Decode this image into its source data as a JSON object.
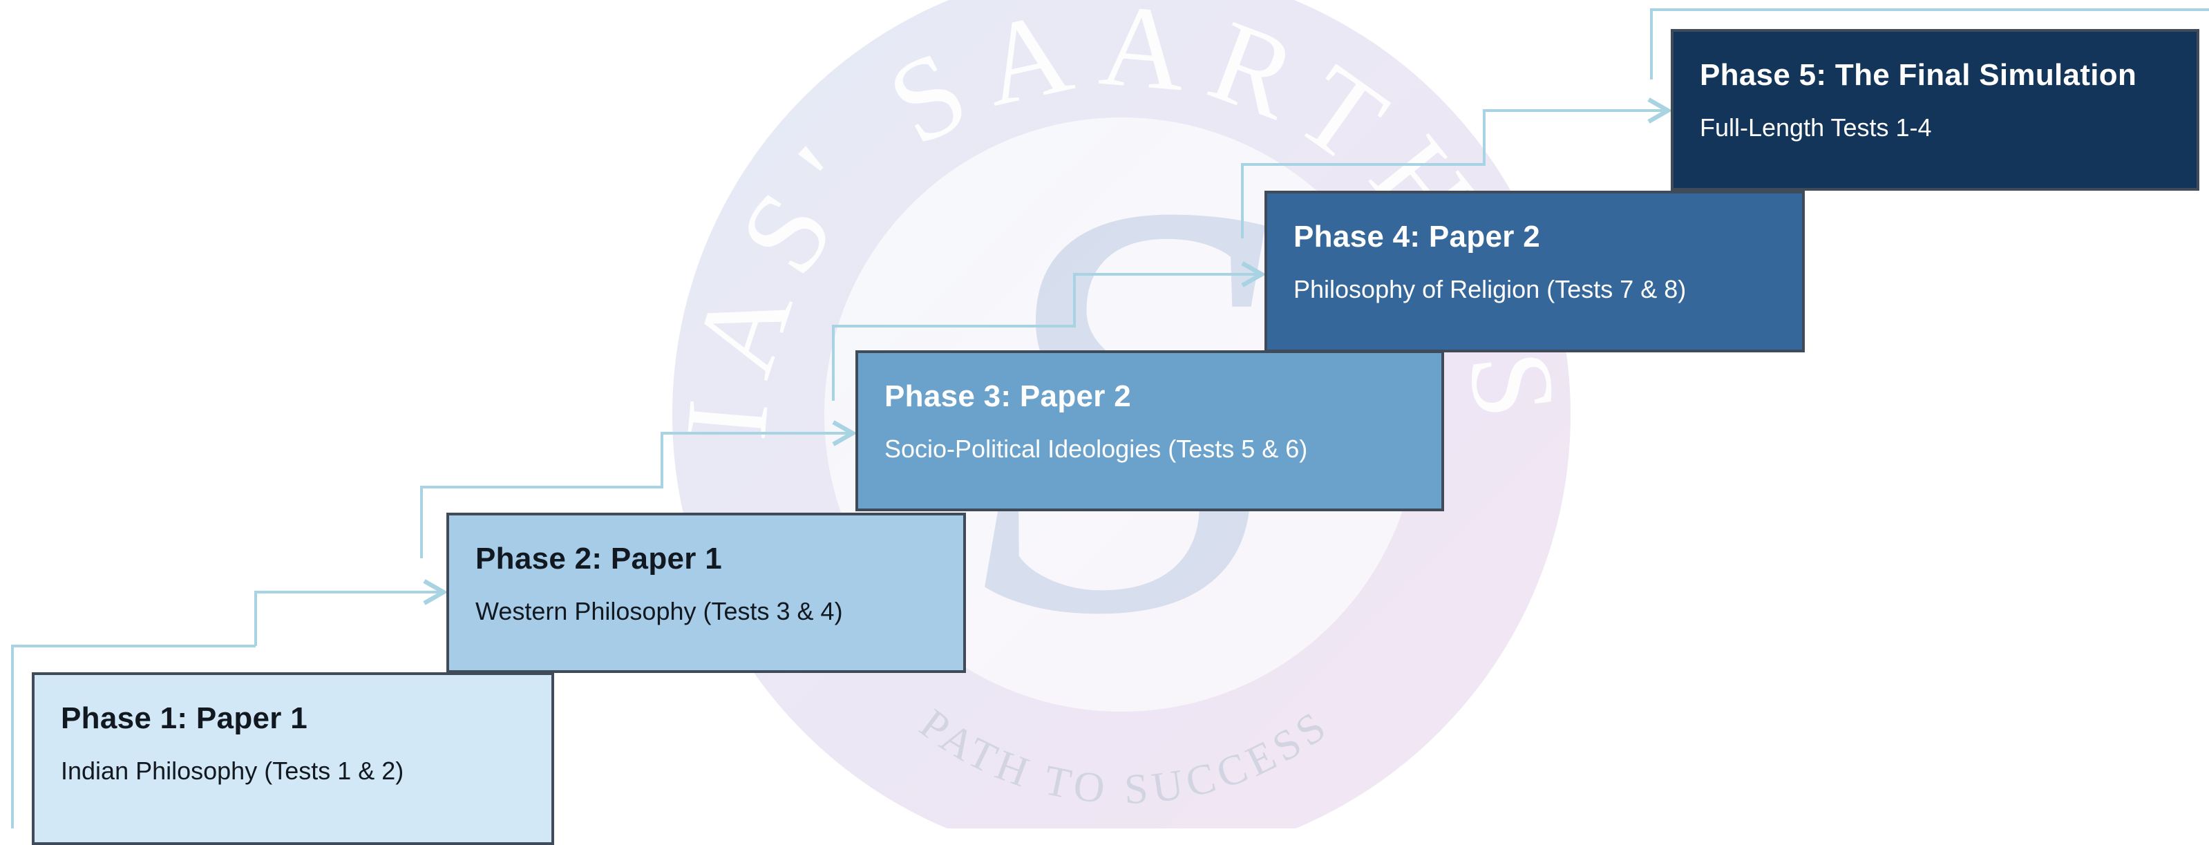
{
  "watermark": {
    "arc_text": "IAS' SAARTHI'S",
    "tagline": "PATH TO SUCCESS",
    "monogram": "S"
  },
  "phases": [
    {
      "title": "Phase 1: Paper 1",
      "subtitle": "Indian Philosophy (Tests 1 & 2)"
    },
    {
      "title": "Phase 2: Paper 1",
      "subtitle": "Western Philosophy (Tests 3 & 4)"
    },
    {
      "title": "Phase 3: Paper 2",
      "subtitle": "Socio-Political Ideologies (Tests 5 & 6)"
    },
    {
      "title": "Phase 4: Paper 2",
      "subtitle": "Philosophy of Religion (Tests 7 & 8)"
    },
    {
      "title": "Phase 5: The Final Simulation",
      "subtitle": "Full-Length Tests 1-4"
    }
  ],
  "colors": {
    "connector": "#a8d3e3",
    "box_border": "#3f4b58",
    "phase1": "#d3e8f6",
    "phase2": "#a7cce8",
    "phase3": "#6ba2cc",
    "phase4": "#35679a",
    "phase5": "#123559"
  }
}
